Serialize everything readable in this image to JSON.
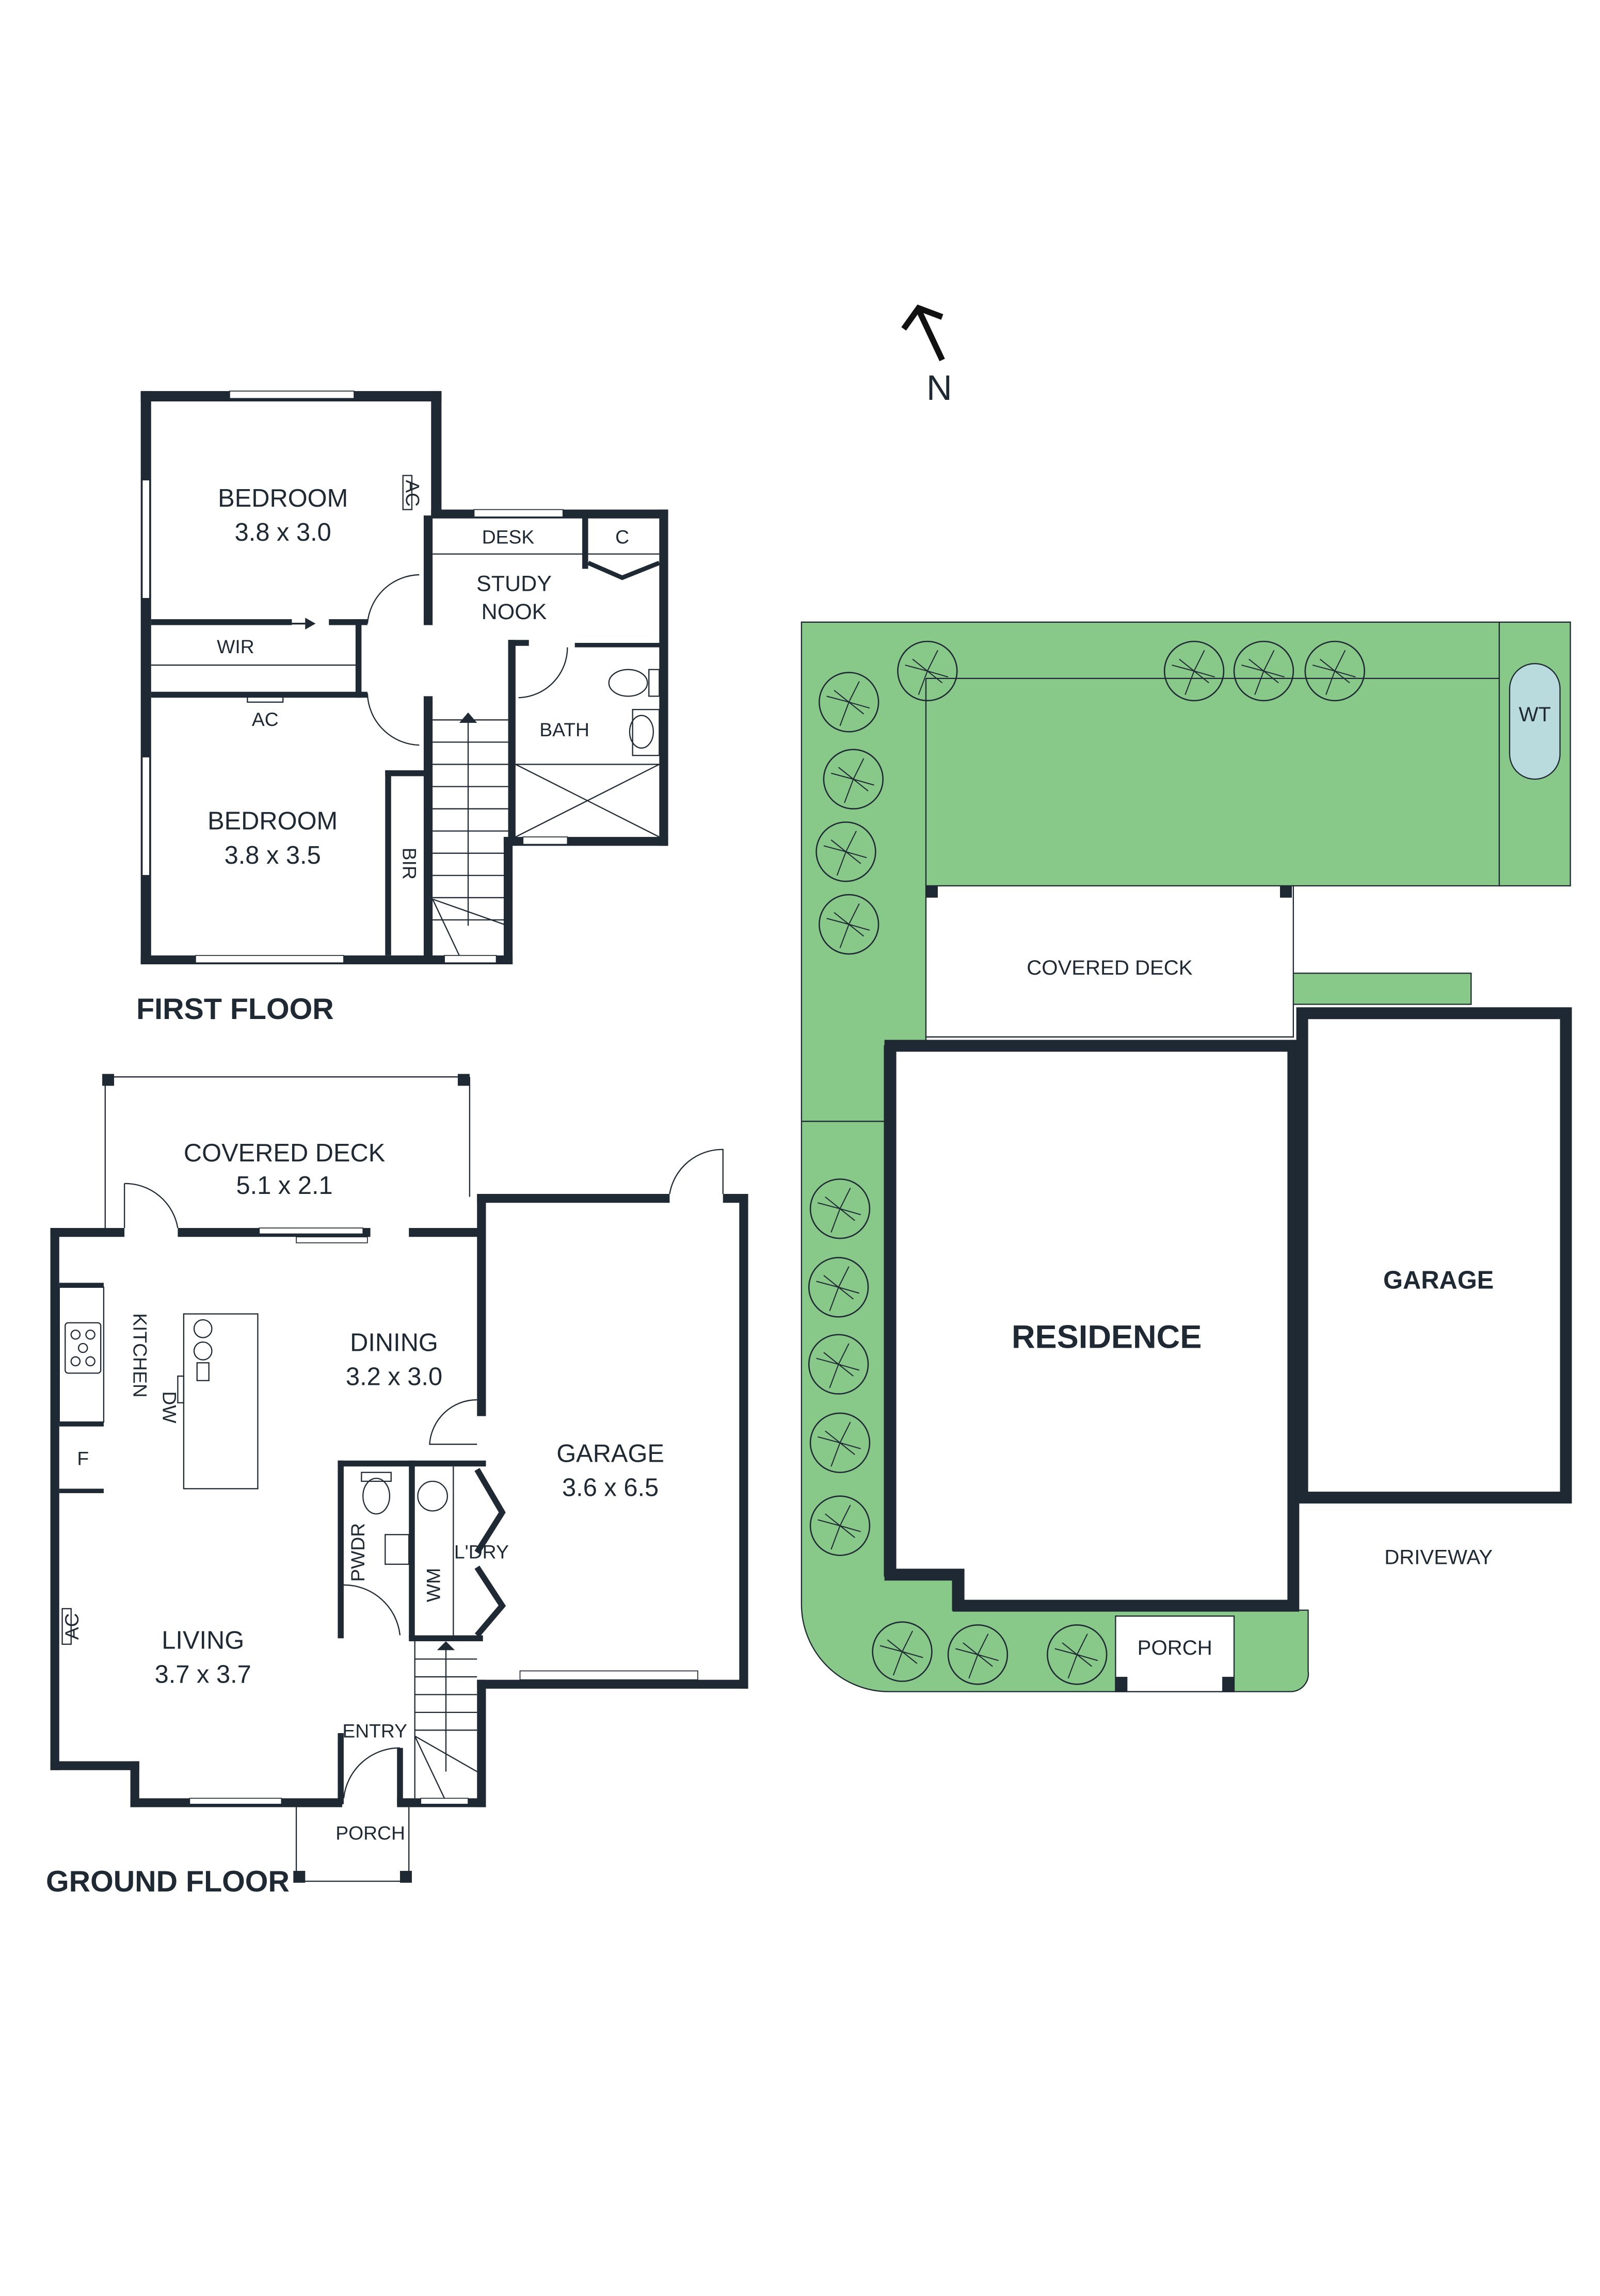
{
  "compass": {
    "label": "N"
  },
  "first_floor": {
    "title": "FIRST FLOOR",
    "rooms": [
      {
        "name": "BEDROOM",
        "dims": "3.8 x 3.0"
      },
      {
        "name": "BEDROOM",
        "dims": "3.8 x 3.5"
      },
      {
        "name": "STUDY",
        "name2": "NOOK"
      },
      {
        "name": "BATH"
      }
    ],
    "labels": {
      "wir": "WIR",
      "bir": "BIR",
      "ac1": "AC",
      "ac2": "AC",
      "desk": "DESK",
      "cupboard": "C"
    }
  },
  "ground_floor": {
    "title": "GROUND FLOOR",
    "rooms": [
      {
        "name": "COVERED DECK",
        "dims": "5.1 x 2.1"
      },
      {
        "name": "DINING",
        "dims": "3.2 x 3.0"
      },
      {
        "name": "GARAGE",
        "dims": "3.6 x 6.5"
      },
      {
        "name": "LIVING",
        "dims": "3.7 x 3.7"
      }
    ],
    "labels": {
      "kitchen": "KITCHEN",
      "dw": "DW",
      "fridge": "F",
      "ac": "AC",
      "pwdr": "PWDR",
      "wm": "WM",
      "laundry": "L'DRY",
      "entry": "ENTRY",
      "porch": "PORCH"
    }
  },
  "site_plan": {
    "residence": "RESIDENCE",
    "garage": "GARAGE",
    "covered_deck": "COVERED DECK",
    "driveway": "DRIVEWAY",
    "porch": "PORCH",
    "water_tank": "WT",
    "colors": {
      "lawn": "#88c98a",
      "water_tank": "#b9dbdd",
      "walls": "#1f2933"
    }
  }
}
